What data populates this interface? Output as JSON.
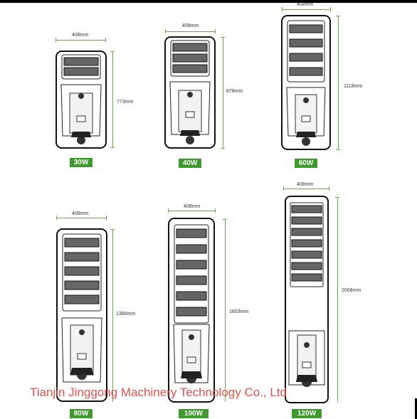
{
  "lamps": [
    {
      "width_label": "408mm",
      "height_label": "773mm",
      "power": "30W"
    },
    {
      "width_label": "408mm",
      "height_label": "878mm",
      "power": "40W"
    },
    {
      "width_label": "408mm",
      "height_label": "1118mm",
      "power": "60W"
    },
    {
      "width_label": "408mm",
      "height_label": "1388mm",
      "power": "80W"
    },
    {
      "width_label": "408mm",
      "height_label": "1603mm",
      "power": "100W"
    },
    {
      "width_label": "408mm",
      "height_label": "2008mm",
      "power": "120W"
    }
  ],
  "watermark": "Tianjin Jinggong Machinery Technology Co., Ltd",
  "colors": {
    "accent": "#3f9a2e",
    "watermark": "#d9534f"
  }
}
